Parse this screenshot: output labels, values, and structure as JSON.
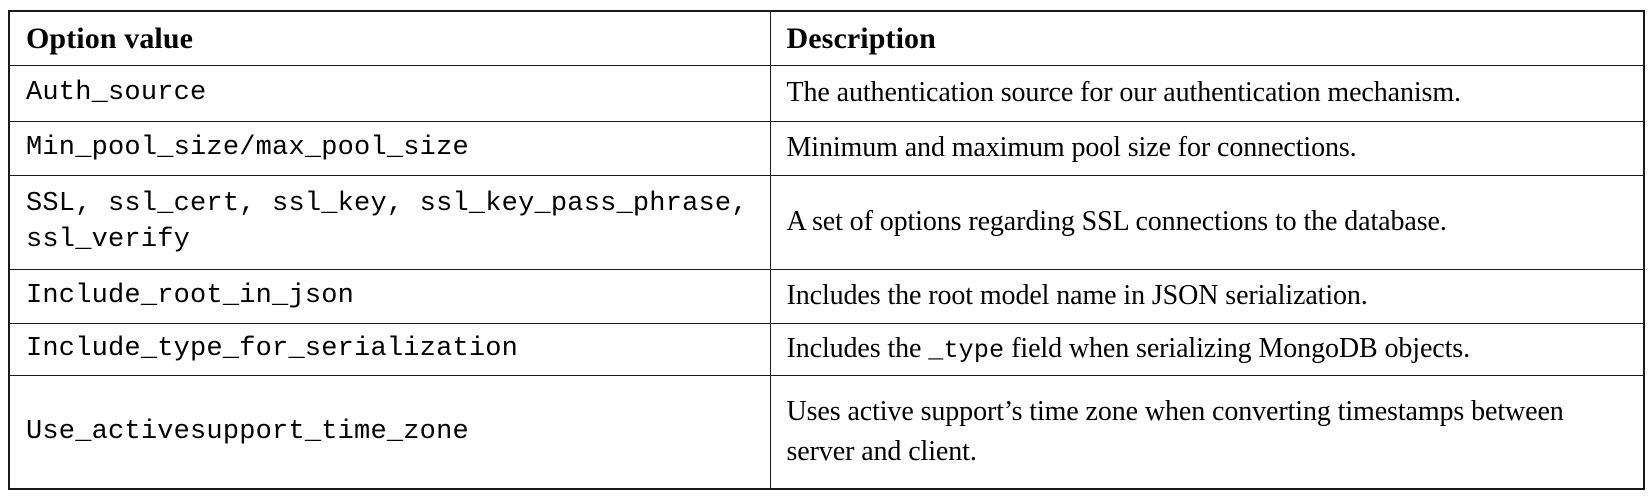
{
  "table": {
    "columns": [
      {
        "key": "option",
        "label": "Option value"
      },
      {
        "key": "description",
        "label": "Description"
      }
    ],
    "rows": [
      {
        "option": "Auth_source",
        "description": "The authentication source for our authentication mechanism."
      },
      {
        "option": "Min_pool_size/max_pool_size",
        "description": "Minimum and maximum pool size for connections."
      },
      {
        "option": "SSL, ssl_cert, ssl_key, ssl_key_pass_phrase, ssl_verify",
        "description": "A set of options regarding SSL connections to the database."
      },
      {
        "option": "Include_root_in_json",
        "description": "Includes the root model name in JSON serialization."
      },
      {
        "option": "Include_type_for_serialization",
        "description_before_code": "Includes the",
        "description_code": "_type",
        "description_after_code": "field when serializing MongoDB objects."
      },
      {
        "option": "Use_activesupport_time_zone",
        "description": "Uses active support’s time zone when converting timestamps between server and client."
      }
    ]
  },
  "colors": {
    "border": "#1a1a1a",
    "text": "#000000",
    "background": "#ffffff"
  }
}
